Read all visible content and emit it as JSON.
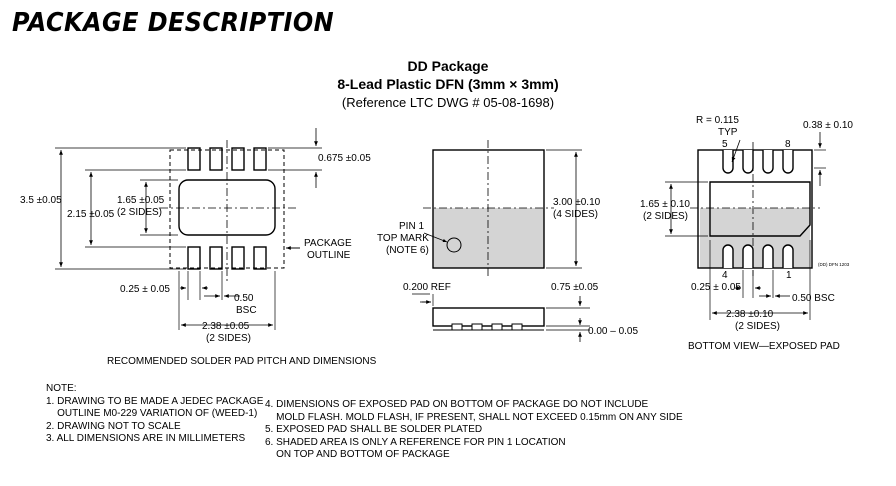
{
  "page_title": "PACKAGE DESCRIPTION",
  "header": {
    "package_name": "DD Package",
    "package_desc": "8-Lead Plastic DFN (3mm × 3mm)",
    "reference": "(Reference LTC DWG # 05-08-1698)"
  },
  "solder_pad": {
    "dim_0675": "0.675 ±0.05",
    "dim_35": "3.5 ±0.05",
    "dim_215": "2.15 ±0.05",
    "dim_165": "1.65 ±0.05",
    "dim_165_note": "(2 SIDES)",
    "package_outline_1": "PACKAGE",
    "package_outline_2": "OUTLINE",
    "dim_025": "0.25 ± 0.05",
    "dim_050": "0.50",
    "dim_050_note": "BSC",
    "dim_238": "2.38 ±0.05",
    "dim_238_note": "(2 SIDES)",
    "caption": "RECOMMENDED SOLDER PAD PITCH AND DIMENSIONS"
  },
  "top_view": {
    "dim_300": "3.00 ±0.10",
    "dim_300_note": "(4 SIDES)",
    "pin1_1": "PIN 1",
    "pin1_2": "TOP MARK",
    "pin1_3": "(NOTE 6)",
    "dim_0200": "0.200 REF",
    "dim_075": "0.75 ±0.05",
    "dim_000": "0.00 – 0.05"
  },
  "bottom_view": {
    "radius_1": "R = 0.115",
    "radius_2": "TYP",
    "dim_038": "0.38 ± 0.10",
    "pin5": "5",
    "pin8": "8",
    "pin4": "4",
    "pin1": "1",
    "dim_165": "1.65 ± 0.10",
    "dim_165_note": "(2 SIDES)",
    "dwg_code": "(DD) DFN 1203",
    "dim_025": "0.25 ± 0.05",
    "dim_050": "0.50 BSC",
    "dim_238": "2.38 ±0.10",
    "dim_238_note": "(2 SIDES)",
    "caption": "BOTTOM VIEW—EXPOSED PAD"
  },
  "notes_left": "NOTE:\n1. DRAWING TO BE MADE A JEDEC PACKAGE\n    OUTLINE M0-229 VARIATION OF (WEED-1)\n2. DRAWING NOT TO SCALE\n3. ALL DIMENSIONS ARE IN MILLIMETERS",
  "notes_right": "4. DIMENSIONS OF EXPOSED PAD ON BOTTOM OF PACKAGE DO NOT INCLUDE\n    MOLD FLASH. MOLD FLASH, IF PRESENT, SHALL NOT EXCEED 0.15mm ON ANY SIDE\n5. EXPOSED PAD SHALL BE SOLDER PLATED\n6. SHADED AREA IS ONLY A REFERENCE FOR PIN 1 LOCATION\n    ON TOP AND BOTTOM OF PACKAGE"
}
